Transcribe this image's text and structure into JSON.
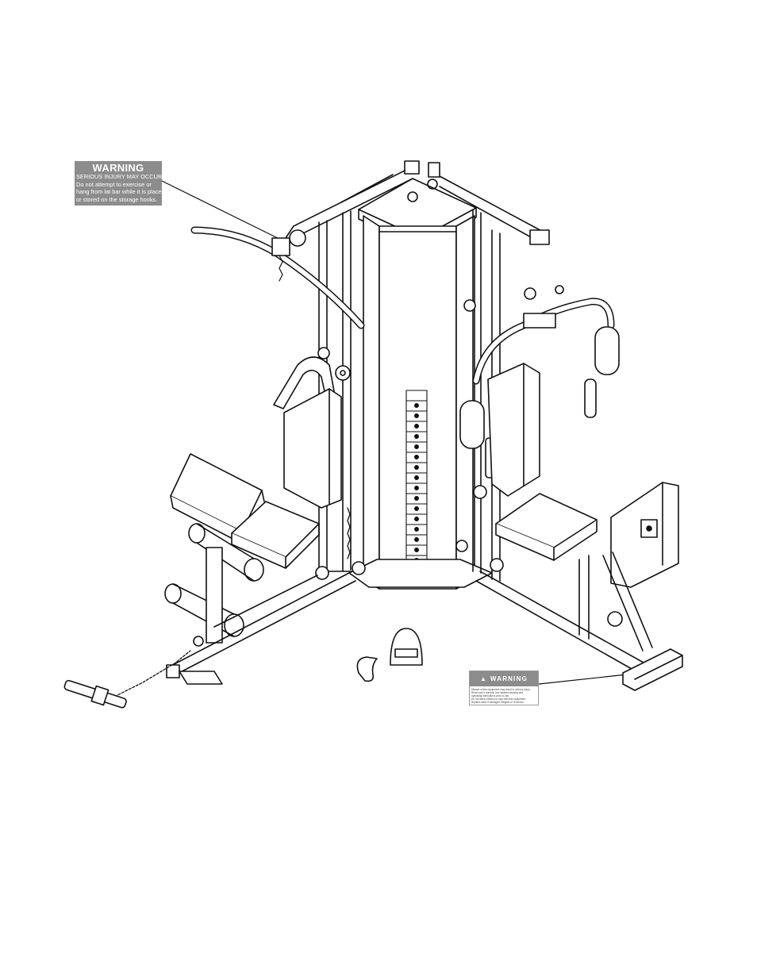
{
  "warning_label_top": {
    "title": "WARNING",
    "lines": [
      "SERIOUS INJURY MAY OCCUR",
      "Do not attempt to exercise or",
      "hang from lat bar while it is placed",
      "or stored on the storage hooks."
    ]
  },
  "warning_label_bottom": {
    "title": "WARNING",
    "icon": "warning-triangle-icon",
    "lines": [
      "Misuse of this equipment may result in serious injury.",
      "Read user's manual. Use labeled warning and",
      "operating instructions prior to use.",
      "Do not allow children to play with this equipment.",
      "Replace label if damaged, illegible or removed."
    ]
  }
}
